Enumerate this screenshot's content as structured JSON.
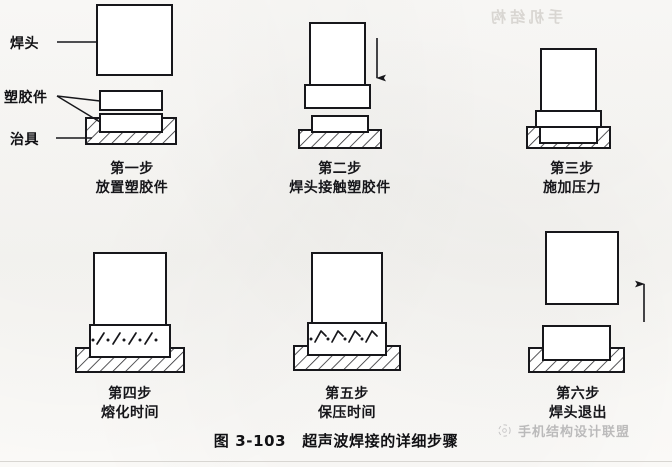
{
  "figure": {
    "caption_number": "图 3-103",
    "caption_title": "超声波焊接的详细步骤"
  },
  "part_labels": [
    {
      "id": "horn",
      "text": "焊头"
    },
    {
      "id": "plastic",
      "text": "塑胶件"
    },
    {
      "id": "fixture",
      "text": "治具"
    }
  ],
  "steps": [
    {
      "id": "step-1",
      "number": "第一步",
      "title": "放置塑胶件"
    },
    {
      "id": "step-2",
      "number": "第二步",
      "title": "焊头接触塑胶件"
    },
    {
      "id": "step-3",
      "number": "第三步",
      "title": "施加压力"
    },
    {
      "id": "step-4",
      "number": "第四步",
      "title": "熔化时间"
    },
    {
      "id": "step-5",
      "number": "第五步",
      "title": "保压时间"
    },
    {
      "id": "step-6",
      "number": "第六步",
      "title": "焊头退出"
    }
  ],
  "watermark": {
    "text": "手机结构设计联盟"
  },
  "ghost_text": {
    "top_right": "手机结构"
  },
  "colors": {
    "ink": "#16161a",
    "paper": "#fbfaf8",
    "hatch": "#2a2a2e",
    "watermark": "#4a4a4f"
  }
}
